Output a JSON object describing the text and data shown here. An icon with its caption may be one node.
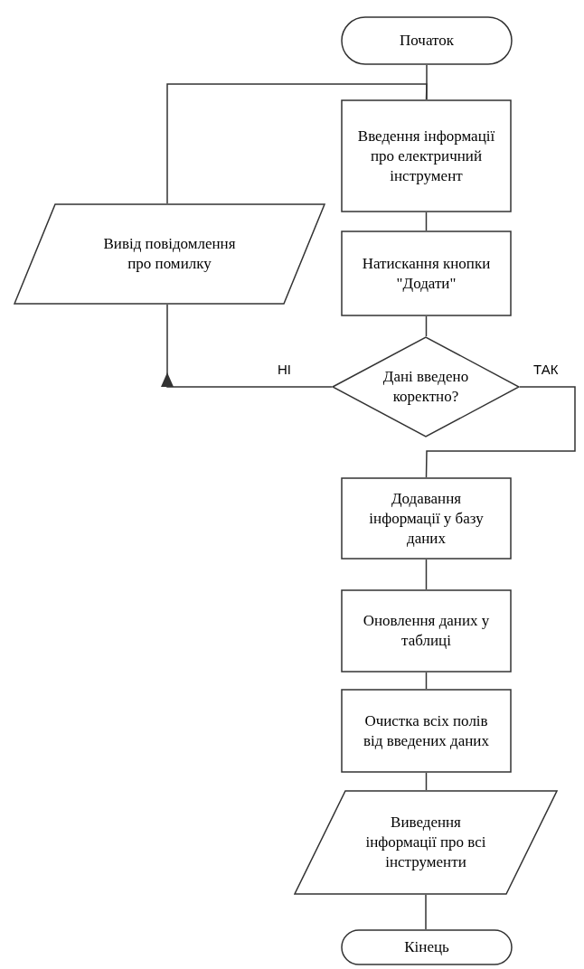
{
  "diagram": {
    "nodes": [
      {
        "text": [
          "Початок"
        ]
      },
      {
        "text": [
          "Введення інформації про електричний інструмент"
        ]
      },
      {
        "text": [
          "Натискання кнопки \"Додати\""
        ]
      },
      {
        "text": [
          "Дані введено коректно?"
        ]
      },
      {
        "text": [
          "Вивід повідомлення про помилку"
        ]
      },
      {
        "text": [
          "Додавання інформації у базу даних"
        ]
      },
      {
        "text": [
          "Оновлення даних у таблиці"
        ]
      },
      {
        "text": [
          "Очистка всіх полів від введених даних"
        ]
      },
      {
        "text": [
          "Виведення інформації про всі інструменти"
        ]
      },
      {
        "text": [
          "Кінець"
        ]
      }
    ],
    "edges": [
      {
        "from": 0,
        "to": 1,
        "arrow": "none"
      },
      {
        "from": 1,
        "to": 2,
        "arrow": "none"
      },
      {
        "from": 2,
        "to": 3,
        "arrow": "none"
      },
      {
        "from": 3,
        "to": 4,
        "arrow": "to",
        "label": "НІ"
      },
      {
        "from": 4,
        "to": 1,
        "arrow": "none"
      },
      {
        "from": 3,
        "to": 5,
        "arrow": "none",
        "label": "ТАК"
      },
      {
        "from": 5,
        "to": 6,
        "arrow": "none"
      },
      {
        "from": 6,
        "to": 7,
        "arrow": "none"
      },
      {
        "from": 7,
        "to": 8,
        "arrow": "none"
      },
      {
        "from": 8,
        "to": 9,
        "arrow": "none"
      }
    ]
  }
}
